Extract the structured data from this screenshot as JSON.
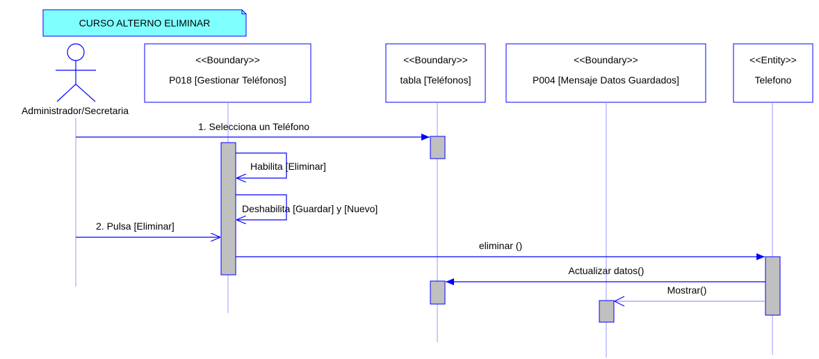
{
  "note": {
    "text": "CURSO ALTERNO ELIMINAR"
  },
  "actor": {
    "name": "Administrador/Secretaria"
  },
  "lifelines": [
    {
      "id": "p018",
      "stereotype": "<<Boundary>>",
      "name": "P018 [Gestionar Teléfonos]"
    },
    {
      "id": "tabla",
      "stereotype": "<<Boundary>>",
      "name": "tabla [Teléfonos]"
    },
    {
      "id": "p004",
      "stereotype": "<<Boundary>>",
      "name": "P004 [Mensaje Datos Guardados]"
    },
    {
      "id": "telefono",
      "stereotype": "<<Entity>>",
      "name": "Telefono"
    }
  ],
  "messages": [
    {
      "id": "m1",
      "label": "1. Selecciona un Teléfono"
    },
    {
      "id": "m2",
      "label": "Habilita [Eliminar]"
    },
    {
      "id": "m3",
      "label": "Deshabilita [Guardar] y [Nuevo]"
    },
    {
      "id": "m4",
      "label": "2. Pulsa [Eliminar]"
    },
    {
      "id": "m5",
      "label": "eliminar ()"
    },
    {
      "id": "m6",
      "label": "Actualizar datos()"
    },
    {
      "id": "m7",
      "label": "Mostrar()"
    }
  ],
  "colors": {
    "message_line": "#0000ff",
    "lifeline": "#9999ff",
    "box_border": "#0000ff",
    "activation_fill": "#c0c0c0",
    "note_fill": "#80ffff"
  }
}
